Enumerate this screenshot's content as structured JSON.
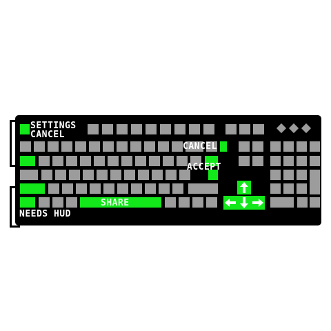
{
  "labels": {
    "settings": "SETTINGS",
    "cancel_top": "CANCEL",
    "cancel_key": "CANCEL",
    "accept": "ACCEPT",
    "share": "SHARE",
    "needs_hud": "NEEDS HUD"
  },
  "colors": {
    "board": "#000000",
    "key": "#9c9c9c",
    "highlight": "#13e81a",
    "text": "#ffffff"
  },
  "highlighted_keys": [
    "settings-key",
    "tab-key",
    "shift-key",
    "ctrl-key",
    "share-key",
    "cancel-key",
    "accept-key",
    "arrow-keys"
  ],
  "icons": [
    "arrow-up-icon",
    "arrow-down-icon",
    "arrow-left-icon",
    "arrow-right-icon"
  ]
}
